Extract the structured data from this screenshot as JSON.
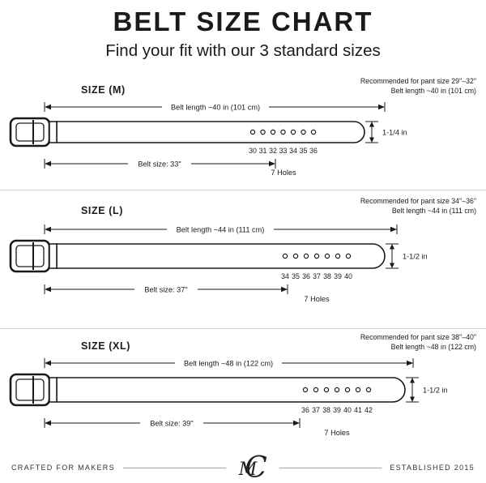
{
  "header": {
    "title": "BELT SIZE CHART",
    "subtitle": "Find your fit with our 3 standard sizes"
  },
  "sections": [
    {
      "size_label": "SIZE (M)",
      "recommended_line1": "Recommended for pant size 29\"–32\"",
      "recommended_line2": "Belt length ~40 in (101 cm)",
      "belt_length_label": "Belt length ~40 in (101 cm)",
      "belt_size_label": "Belt size: 33\"",
      "width_label": "1-1/4 in",
      "holes_count_label": "7 Holes",
      "hole_numbers": [
        "30",
        "31",
        "32",
        "33",
        "34",
        "35",
        "36"
      ]
    },
    {
      "size_label": "SIZE (L)",
      "recommended_line1": "Recommended for pant size 34\"–36\"",
      "recommended_line2": "Belt length ~44 in (111 cm)",
      "belt_length_label": "Belt length ~44 in (111 cm)",
      "belt_size_label": "Belt size: 37\"",
      "width_label": "1-1/2 in",
      "holes_count_label": "7 Holes",
      "hole_numbers": [
        "34",
        "35",
        "36",
        "37",
        "38",
        "39",
        "40"
      ]
    },
    {
      "size_label": "SIZE (XL)",
      "recommended_line1": "Recommended for pant size 38\"–40\"",
      "recommended_line2": "Belt length ~48 in (122 cm)",
      "belt_length_label": "Belt length ~48 in (122 cm)",
      "belt_size_label": "Belt size: 39\"",
      "width_label": "1-1/2 in",
      "holes_count_label": "7 Holes",
      "hole_numbers": [
        "36",
        "37",
        "38",
        "39",
        "40",
        "41",
        "42"
      ]
    }
  ],
  "footer": {
    "left_text": "CRAFTED FOR MAKERS",
    "right_text": "ESTABLISHED 2015",
    "monogram_letter_c": "C",
    "monogram_letter_m": "M"
  }
}
